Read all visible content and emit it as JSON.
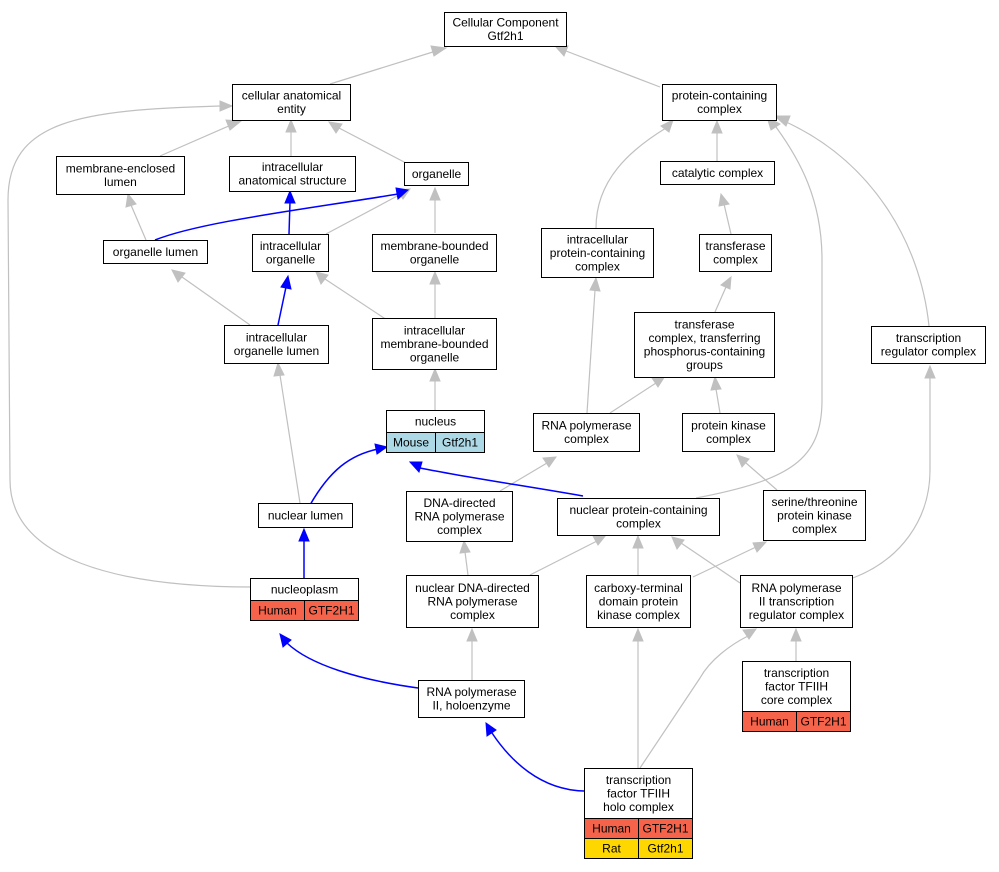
{
  "colors": {
    "human": "#f4634a",
    "mouse": "#add8e6",
    "rat": "#ffd700",
    "edge_gray": "#c0c0c0",
    "edge_blue": "#0000ff"
  },
  "nodes": {
    "cellular_component": {
      "label": [
        "Cellular Component",
        "Gtf2h1"
      ]
    },
    "cellular_anatomical_entity": {
      "label": [
        "cellular anatomical",
        "entity"
      ]
    },
    "protein_containing_complex": {
      "label": [
        "protein-containing",
        "complex"
      ]
    },
    "membrane_enclosed_lumen": {
      "label": [
        "membrane-enclosed",
        "lumen"
      ]
    },
    "intracellular_anatomical_structure": {
      "label": [
        "intracellular",
        "anatomical structure"
      ]
    },
    "organelle": {
      "label": [
        "organelle"
      ]
    },
    "catalytic_complex": {
      "label": [
        "catalytic complex"
      ]
    },
    "organelle_lumen": {
      "label": [
        "organelle lumen"
      ]
    },
    "intracellular_organelle": {
      "label": [
        "intracellular",
        "organelle"
      ]
    },
    "membrane_bounded_organelle": {
      "label": [
        "membrane-bounded",
        "organelle"
      ]
    },
    "intracellular_protein_containing_complex": {
      "label": [
        "intracellular",
        "protein-containing",
        "complex"
      ]
    },
    "transferase_complex": {
      "label": [
        "transferase",
        "complex"
      ]
    },
    "intracellular_organelle_lumen": {
      "label": [
        "intracellular",
        "organelle lumen"
      ]
    },
    "intracellular_membrane_bounded_organelle": {
      "label": [
        "intracellular",
        "membrane-bounded",
        "organelle"
      ]
    },
    "transferase_complex_phosphorus": {
      "label": [
        "transferase",
        "complex, transferring",
        "phosphorus-containing",
        "groups"
      ]
    },
    "transcription_regulator_complex": {
      "label": [
        "transcription",
        "regulator complex"
      ]
    },
    "nucleus": {
      "label": [
        "nucleus"
      ],
      "annotations": [
        {
          "species": "Mouse",
          "gene": "Gtf2h1",
          "color": "mouse"
        }
      ]
    },
    "rna_polymerase_complex": {
      "label": [
        "RNA polymerase",
        "complex"
      ]
    },
    "protein_kinase_complex": {
      "label": [
        "protein kinase",
        "complex"
      ]
    },
    "nuclear_lumen": {
      "label": [
        "nuclear lumen"
      ]
    },
    "dna_directed_rna_polymerase_complex": {
      "label": [
        "DNA-directed",
        "RNA polymerase",
        "complex"
      ]
    },
    "nuclear_protein_containing_complex": {
      "label": [
        "nuclear protein-containing",
        "complex"
      ]
    },
    "serine_threonine_protein_kinase_complex": {
      "label": [
        "serine/threonine",
        "protein kinase",
        "complex"
      ]
    },
    "nucleoplasm": {
      "label": [
        "nucleoplasm"
      ],
      "annotations": [
        {
          "species": "Human",
          "gene": "GTF2H1",
          "color": "human"
        }
      ]
    },
    "nuclear_dna_directed_rna_polymerase_complex": {
      "label": [
        "nuclear DNA-directed",
        "RNA polymerase",
        "complex"
      ]
    },
    "carboxy_terminal_domain_protein_kinase_complex": {
      "label": [
        "carboxy-terminal",
        "domain protein",
        "kinase complex"
      ]
    },
    "rna_polymerase_ii_transcription_regulator_complex": {
      "label": [
        "RNA polymerase",
        "II transcription",
        "regulator complex"
      ]
    },
    "rna_polymerase_ii_holoenzyme": {
      "label": [
        "RNA polymerase",
        "II, holoenzyme"
      ]
    },
    "tfiih_core_complex": {
      "label": [
        "transcription",
        "factor TFIIH",
        "core complex"
      ],
      "annotations": [
        {
          "species": "Human",
          "gene": "GTF2H1",
          "color": "human"
        }
      ]
    },
    "tfiih_holo_complex": {
      "label": [
        "transcription",
        "factor TFIIH",
        "holo complex"
      ],
      "annotations": [
        {
          "species": "Human",
          "gene": "GTF2H1",
          "color": "human"
        },
        {
          "species": "Rat",
          "gene": "Gtf2h1",
          "color": "rat"
        }
      ]
    }
  }
}
